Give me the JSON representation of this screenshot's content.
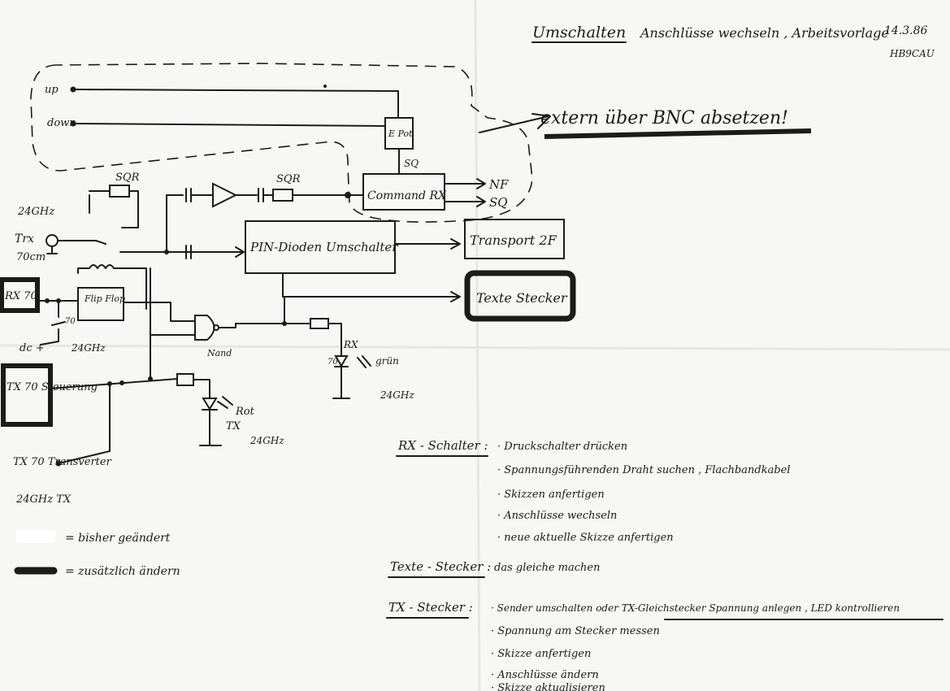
{
  "header": {
    "title": "Umschalten",
    "subtitle": "Anschlüsse wechseln , Arbeitsvorlage",
    "date": "14.3.86",
    "author": "HB9CAU"
  },
  "note": {
    "extern": "extern über BNC absetzen!"
  },
  "inputs": {
    "up": "up",
    "down": "down"
  },
  "blocks": {
    "epot": "E Pot",
    "sq_top": "SQ",
    "command_rx": "Command RX",
    "nf": "NF",
    "sq_out": "SQ",
    "sqr1": "SQR",
    "sqr2": "SQR",
    "pin_switch": "PIN-Dioden Umschalter",
    "transport": "Transport 2F",
    "texte_stecker": "Texte Stecker",
    "flipflop": "Flip Flop",
    "nand": "Nand"
  },
  "labels": {
    "ghz24_top": "24GHz",
    "trx": "Trx",
    "cm70": "70cm",
    "rx70": "RX 70",
    "dc_plus": "dc +",
    "ghz24_mid": "24GHz",
    "tx70_box": "TX 70 Steuerung",
    "tx70_transverter": "TX 70 Transverter",
    "ghz24_tx": "24GHz TX",
    "led_green_rx": "RX",
    "led_green_num": "70",
    "led_green_color": "grün",
    "led_green_freq": "24GHz",
    "led_red_color": "Rot",
    "led_red_tx": "TX",
    "led_red_freq": "24GHz",
    "contact_70": "70"
  },
  "legend": {
    "white": "= bisher geändert",
    "black": "= zusätzlich ändern"
  },
  "sections": [
    {
      "title": "RX - Schalter :",
      "items": [
        "· Druckschalter drücken",
        "· Spannungsführenden Draht suchen , Flachbandkabel",
        "· Skizzen anfertigen",
        "· Anschlüsse wechseln",
        "· neue aktuelle Skizze anfertigen"
      ]
    },
    {
      "title": "Texte - Stecker :",
      "items": [
        "das gleiche machen"
      ]
    },
    {
      "title": "TX - Stecker :",
      "items": [
        "· Sender umschalten oder TX-Gleichstecker Spannung anlegen , LED kontrollieren",
        "· Spannung am Stecker messen",
        "· Skizze anfertigen",
        "· Anschlüsse ändern",
        "· Skizze aktualisieren"
      ]
    }
  ]
}
